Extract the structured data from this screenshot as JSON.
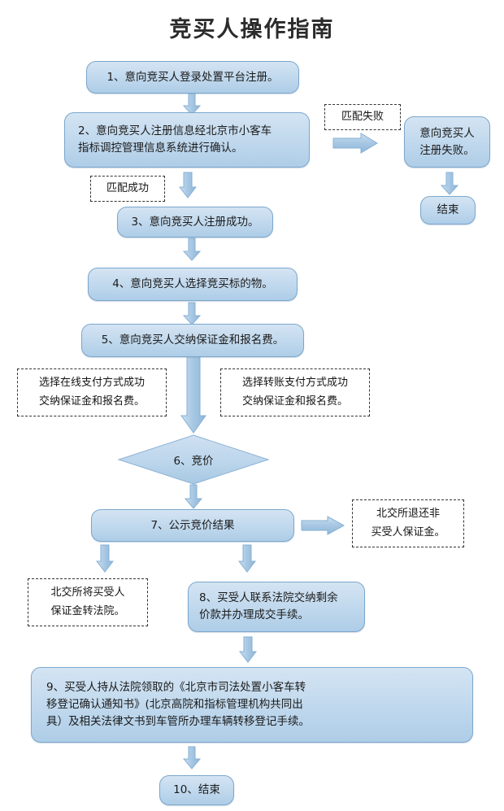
{
  "page": {
    "title": "竞买人操作指南",
    "bg_color": "#ffffff",
    "node_fill_top": "#d4e4f3",
    "node_fill_bottom": "#aecde7",
    "node_border": "#7ba7cd",
    "arrow_fill": "#a9c9e4",
    "arrow_border": "#86b0d4",
    "note_border": "#333333",
    "text_color": "#1b1b1b"
  },
  "nodes": [
    {
      "id": "step1",
      "name": "node-step-1",
      "text": "1、意向竞买人登录处置平台注册。"
    },
    {
      "id": "step2",
      "name": "node-step-2",
      "text": "2、意向竞买人注册信息经北京市小客车\n    指标调控管理信息系统进行确认。"
    },
    {
      "id": "fail",
      "name": "node-register-failed",
      "text": "意向竞买人\n注册失败。"
    },
    {
      "id": "end1",
      "name": "node-end-failed",
      "text": "结束"
    },
    {
      "id": "step3",
      "name": "node-step-3",
      "text": "3、意向竞买人注册成功。"
    },
    {
      "id": "step4",
      "name": "node-step-4",
      "text": "4、意向竞买人选择竞买标的物。"
    },
    {
      "id": "step5",
      "name": "node-step-5",
      "text": "5、意向竞买人交纳保证金和报名费。"
    },
    {
      "id": "step6",
      "name": "node-step-6-bidding",
      "text": "6、竞价"
    },
    {
      "id": "step7",
      "name": "node-step-7",
      "text": "7、公示竞价结果"
    },
    {
      "id": "step8",
      "name": "node-step-8",
      "text": "8、买受人联系法院交纳剩余\n    价款并办理成交手续。"
    },
    {
      "id": "step9",
      "name": "node-step-9",
      "text": "9、买受人持从法院领取的《北京市司法处置小客车转\n    移登记确认通知书》(北京高院和指标管理机构共同出\n    具）及相关法律文书到车管所办理车辆转移登记手续。"
    },
    {
      "id": "step10",
      "name": "node-step-10-end",
      "text": "10、结束"
    }
  ],
  "notes": [
    {
      "id": "note_fail",
      "name": "note-match-failed",
      "text": "匹配失败"
    },
    {
      "id": "note_success",
      "name": "note-match-success",
      "text": "匹配成功"
    },
    {
      "id": "note_online",
      "name": "note-online-payment",
      "text": "选择在线支付方式成功\n交纳保证金和报名费。"
    },
    {
      "id": "note_transfer",
      "name": "note-transfer-payment",
      "text": "选择转账支付方式成功\n交纳保证金和报名费。"
    },
    {
      "id": "note_refund",
      "name": "note-refund-deposit",
      "text": "北交所退还非\n买受人保证金。"
    },
    {
      "id": "note_tocourt",
      "name": "note-deposit-to-court",
      "text": "北交所将买受人\n保证金转法院。"
    }
  ],
  "arrows": [
    {
      "name": "arrow-step1-to-step2",
      "direction": "down"
    },
    {
      "name": "arrow-step2-to-failed",
      "direction": "right"
    },
    {
      "name": "arrow-failed-to-end",
      "direction": "down"
    },
    {
      "name": "arrow-step2-to-step3",
      "direction": "down"
    },
    {
      "name": "arrow-step3-to-step4",
      "direction": "down"
    },
    {
      "name": "arrow-step4-to-step5",
      "direction": "down"
    },
    {
      "name": "arrow-step5-to-step6",
      "direction": "down"
    },
    {
      "name": "arrow-step6-to-step7",
      "direction": "down"
    },
    {
      "name": "arrow-step7-to-refund",
      "direction": "right"
    },
    {
      "name": "arrow-step7-to-tocourt",
      "direction": "down"
    },
    {
      "name": "arrow-step7-to-step8",
      "direction": "down"
    },
    {
      "name": "arrow-step8-to-step9",
      "direction": "down"
    },
    {
      "name": "arrow-step9-to-end",
      "direction": "down"
    }
  ]
}
